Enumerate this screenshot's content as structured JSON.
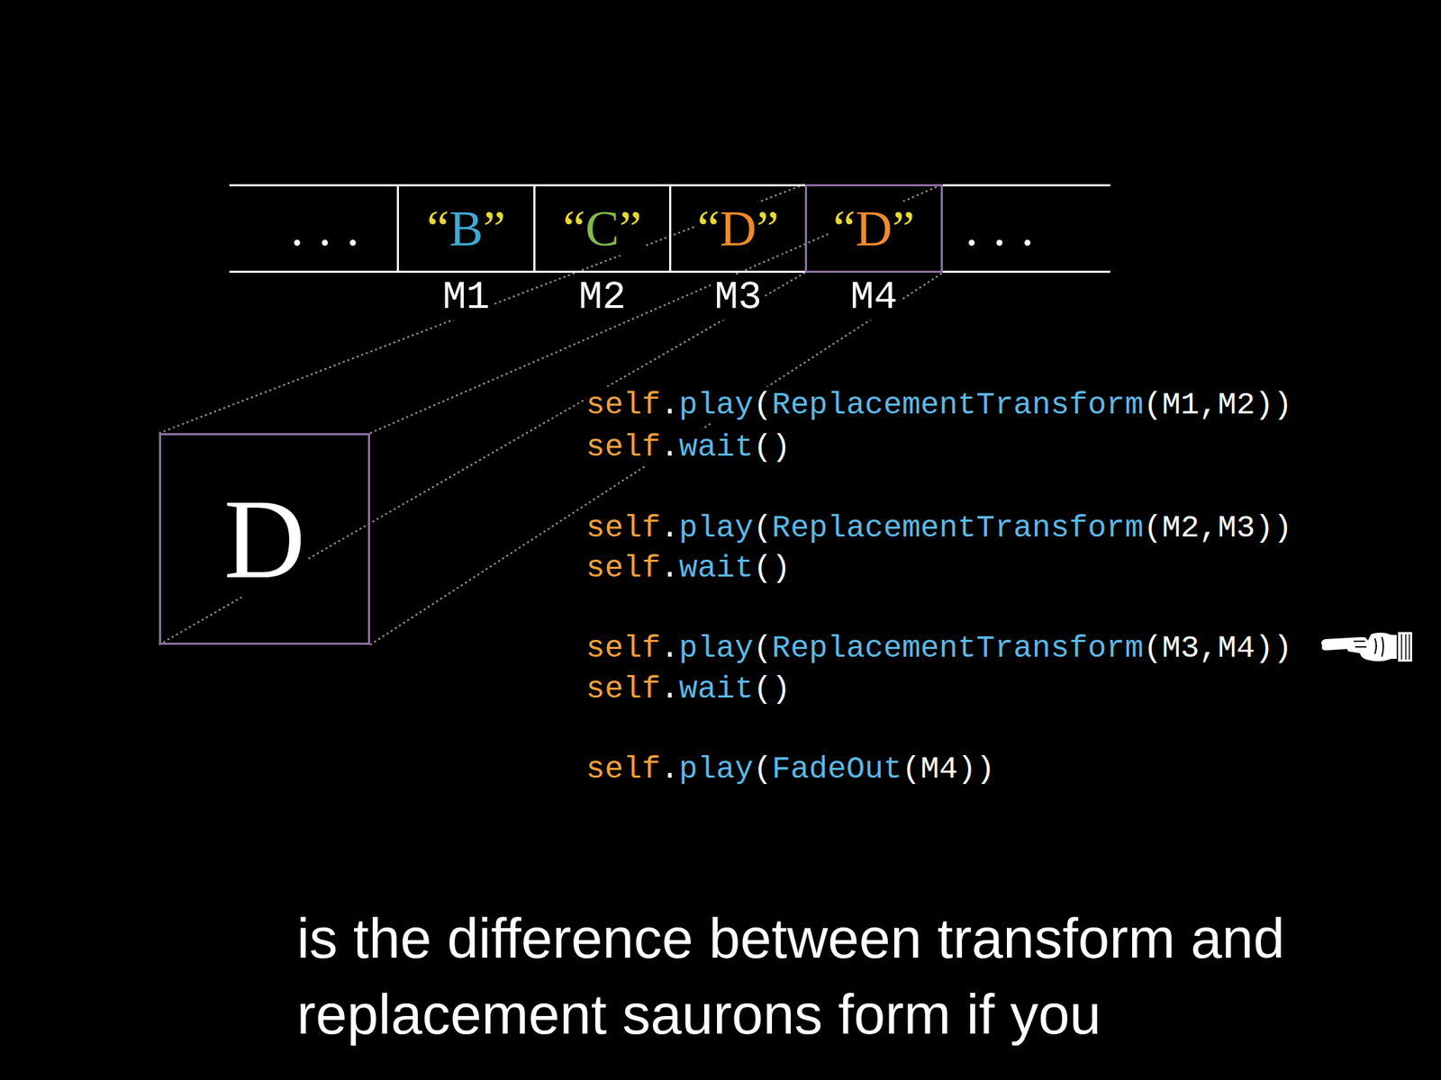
{
  "diagram": {
    "caption": "is the difference between transform and replacement saurons form if you",
    "nodes": [
      {
        "text": [
          "..."
        ]
      },
      {
        "text": [
          "“B”",
          "M1"
        ]
      },
      {
        "text": [
          "“C”",
          "M2"
        ]
      },
      {
        "text": [
          "“D”",
          "M3"
        ]
      },
      {
        "text": [
          "“D”",
          "M4"
        ]
      },
      {
        "text": [
          "..."
        ]
      },
      {
        "text": [
          "D"
        ]
      }
    ],
    "edges": [
      {
        "from": 6,
        "to": 4,
        "arrow": "none"
      },
      {
        "from": 6,
        "to": 4,
        "arrow": "none"
      },
      {
        "from": 6,
        "to": 4,
        "arrow": "none"
      },
      {
        "from": 6,
        "to": 4,
        "arrow": "none"
      }
    ],
    "labels": [
      "self.play(ReplacementTransform(M1,M2))",
      "self.wait()",
      "self.play(ReplacementTransform(M2,M3))",
      "self.wait()",
      "self.play(ReplacementTransform(M3,M4))",
      "self.wait()",
      "self.play(FadeOut(M4))"
    ]
  }
}
